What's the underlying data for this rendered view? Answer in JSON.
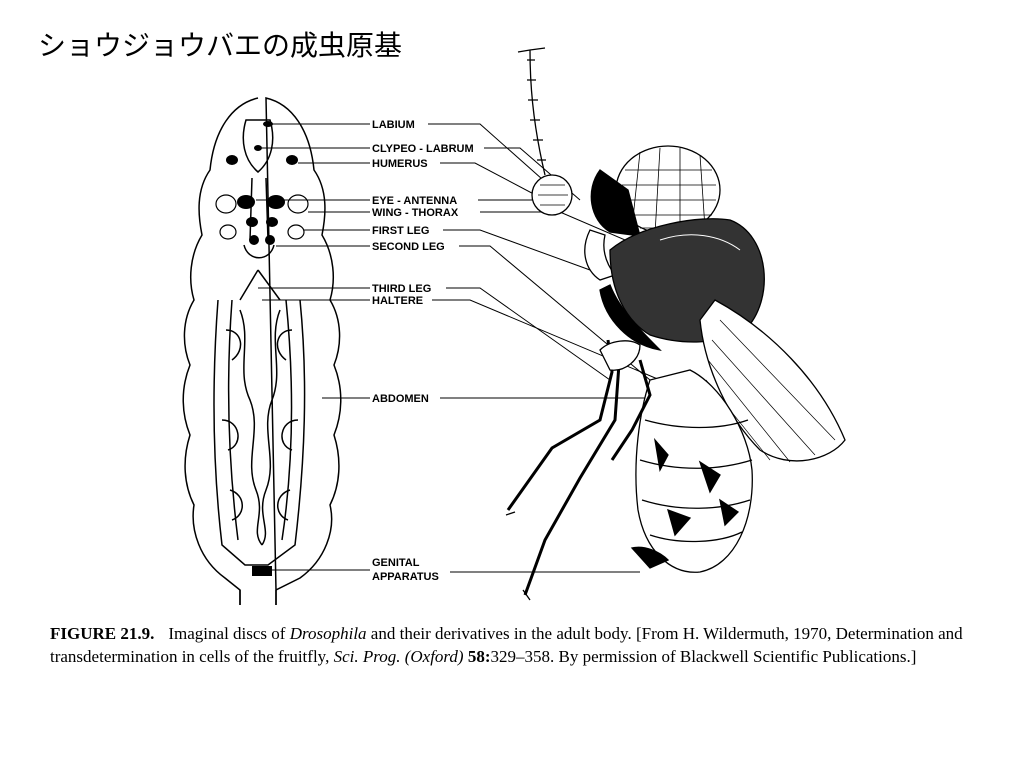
{
  "slide": {
    "title": "ショウジョウバエの成虫原基"
  },
  "labels": {
    "labium": "LABIUM",
    "clypeo_labrum": "CLYPEO - LABRUM",
    "humerus": "HUMERUS",
    "eye_antenna": "EYE - ANTENNA",
    "wing_thorax": "WING - THORAX",
    "first_leg": "FIRST LEG",
    "second_leg": "SECOND LEG",
    "third_leg": "THIRD LEG",
    "haltere": "HALTERE",
    "abdomen": "ABDOMEN",
    "genital_1": "GENITAL",
    "genital_2": "APPARATUS"
  },
  "caption": {
    "figure_number": "FIGURE 21.9.",
    "text_1": "Imaginal discs of ",
    "genus": "Drosophila",
    "text_2": " and their derivatives in the adult body. [From H. Wildermuth, 1970, Determination and transdetermination in cells of the fruitfly, ",
    "journal": "Sci. Prog. (Oxford)",
    "volume": "58:",
    "text_3": "329–358. By permission of Blackwell Scientific Publications.]"
  }
}
